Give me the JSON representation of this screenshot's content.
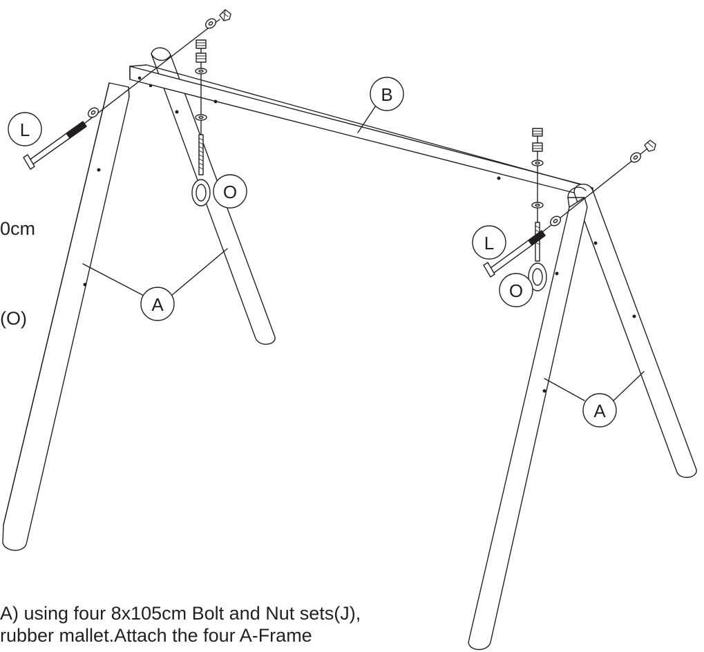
{
  "side_text": {
    "fragment_1": "0cm",
    "fragment_2": "(O)"
  },
  "instructions": {
    "line_1": "A) using four 8x105cm Bolt and Nut sets(J),",
    "line_2": "rubber mallet.Attach the four A-Frame"
  },
  "callouts": {
    "leg_left": "A",
    "leg_right": "A",
    "crossbeam": "B",
    "bolt_left": "L",
    "bolt_right": "L",
    "eye_bolt_left": "O",
    "eye_bolt_right": "O"
  }
}
